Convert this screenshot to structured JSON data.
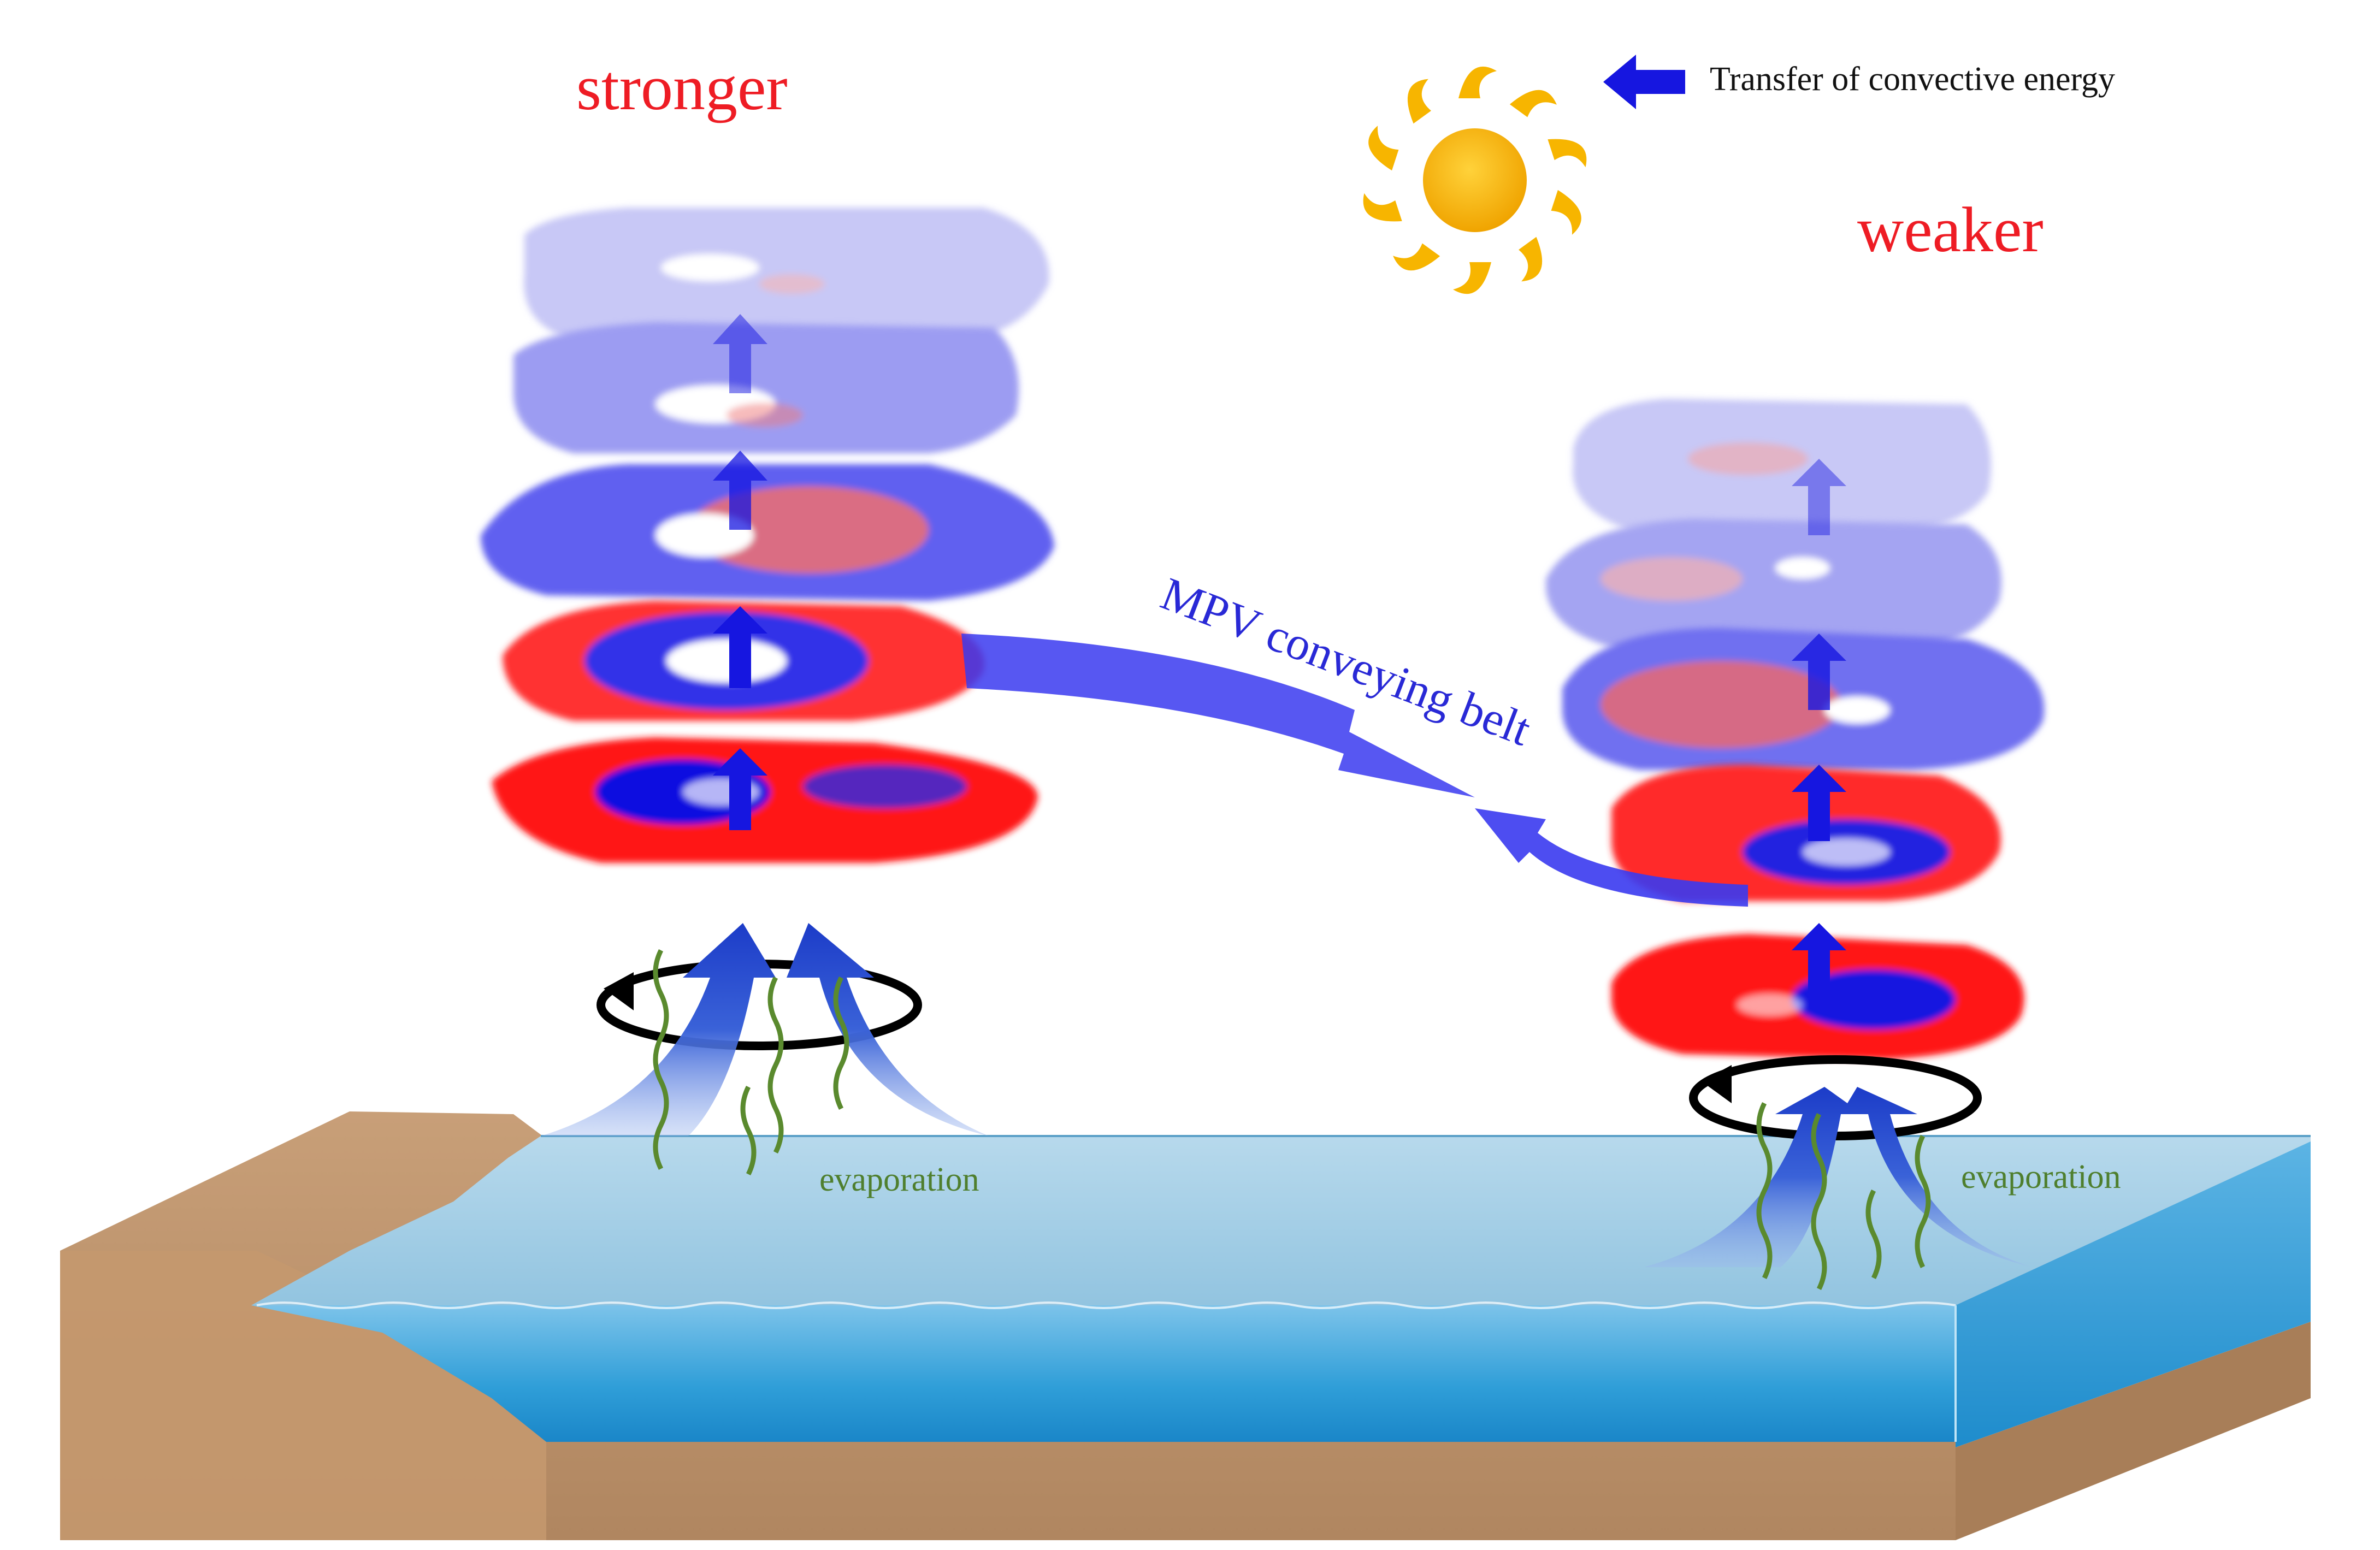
{
  "labels": {
    "stronger": "stronger",
    "weaker": "weaker",
    "legend": "Transfer of convective energy",
    "belt": "MPV conveying belt",
    "evaporation_left": "evaporation",
    "evaporation_right": "evaporation"
  },
  "colors": {
    "title_red": "#ee1c24",
    "energy_arrow": "#1616e0",
    "belt": "#3a3af0",
    "ocean_top": "#a8cfe6",
    "ocean_front": "#3aa3dc",
    "land": "#c8a27a",
    "sun": "#f5b800",
    "vapour": "#5a8a2e"
  },
  "icons": [
    "sun-icon",
    "energy-arrow-icon",
    "rotation-arrow-icon",
    "updraft-arrow-icon",
    "vapour-wave-icon"
  ]
}
